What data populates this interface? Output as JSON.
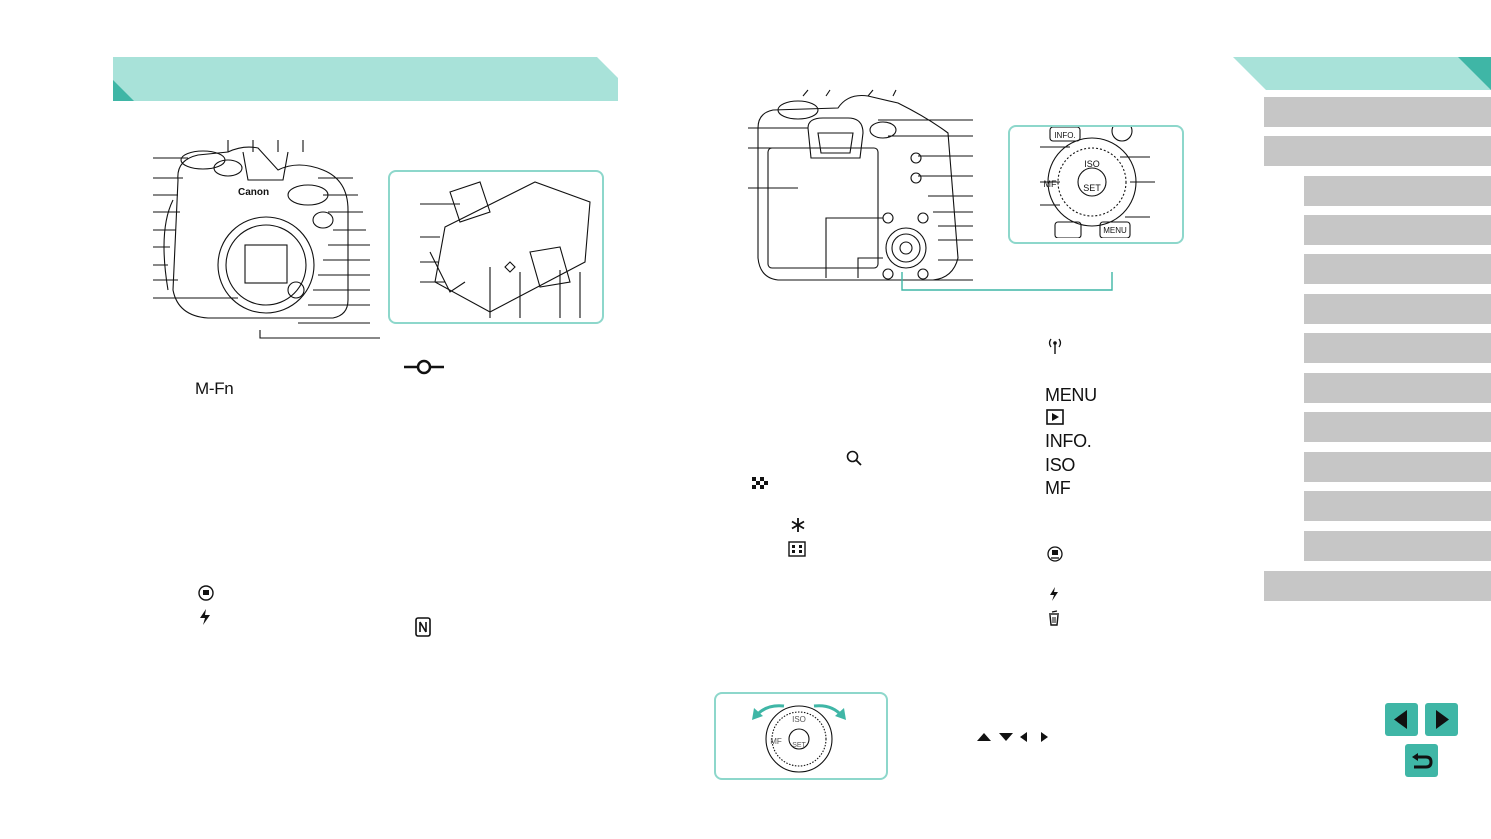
{
  "legend_left": {
    "m_fn": "M-Fn",
    "nfc_symbol": "N"
  },
  "legend_right": {
    "menu": "MENU",
    "info": "INFO.",
    "iso": "ISO",
    "mf": "MF"
  },
  "dial_labels": {
    "iso": "ISO",
    "mf": "MF",
    "set": "SET",
    "info": "INFO.",
    "menu": "MENU"
  },
  "colors": {
    "banner": "#a8e2d9",
    "accent": "#3fb6a6",
    "nav_button": "#c6c6c6",
    "inset_border": "#8dd7cb"
  },
  "icons": {
    "prev": "triangle-left-icon",
    "next": "triangle-right-icon",
    "back": "return-arrow-icon"
  }
}
